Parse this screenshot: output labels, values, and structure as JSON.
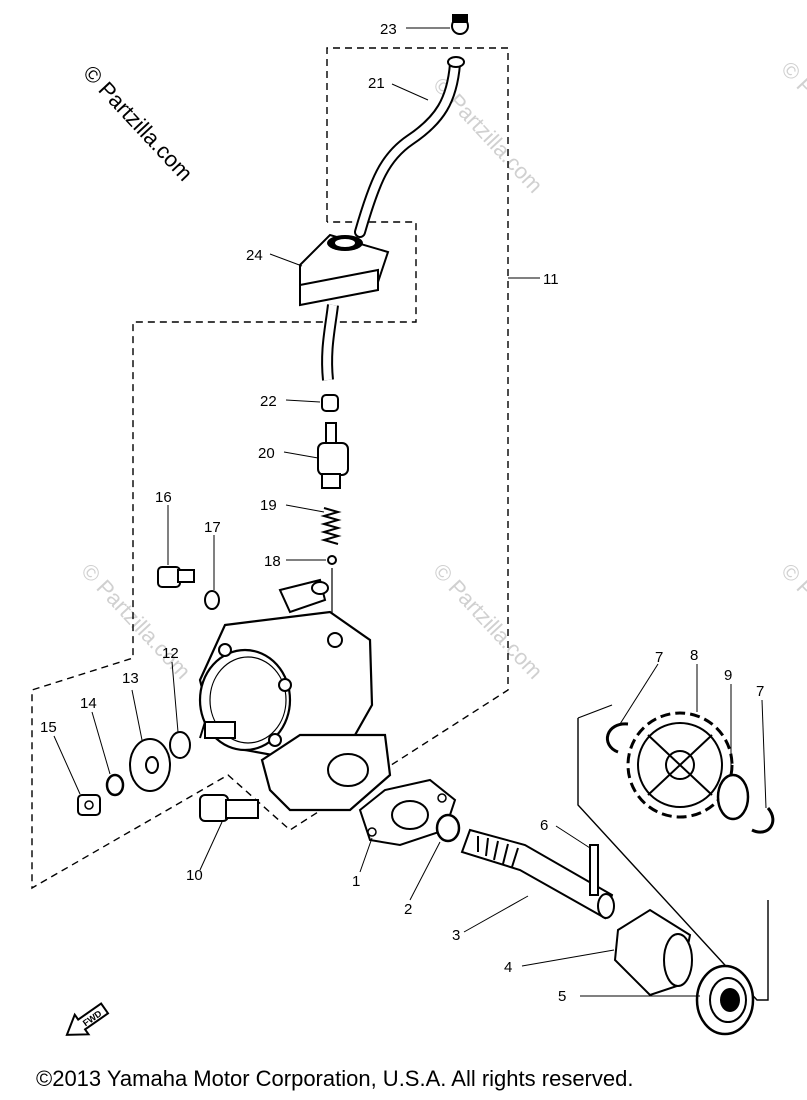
{
  "watermark": "© Partzilla.com",
  "copyright": "©2013  Yamaha Motor Corporation, U.S.A. All rights reserved.",
  "fwd_label": "FWD",
  "parts": [
    {
      "id": "23",
      "label": "23"
    },
    {
      "id": "21",
      "label": "21"
    },
    {
      "id": "24",
      "label": "24"
    },
    {
      "id": "11",
      "label": "11"
    },
    {
      "id": "22",
      "label": "22"
    },
    {
      "id": "20",
      "label": "20"
    },
    {
      "id": "19",
      "label": "19"
    },
    {
      "id": "18",
      "label": "18"
    },
    {
      "id": "16",
      "label": "16"
    },
    {
      "id": "17",
      "label": "17"
    },
    {
      "id": "12",
      "label": "12"
    },
    {
      "id": "13",
      "label": "13"
    },
    {
      "id": "14",
      "label": "14"
    },
    {
      "id": "15",
      "label": "15"
    },
    {
      "id": "10",
      "label": "10"
    },
    {
      "id": "1",
      "label": "1"
    },
    {
      "id": "2",
      "label": "2"
    },
    {
      "id": "3",
      "label": "3"
    },
    {
      "id": "4",
      "label": "4"
    },
    {
      "id": "5",
      "label": "5"
    },
    {
      "id": "6",
      "label": "6"
    },
    {
      "id": "7a",
      "label": "7"
    },
    {
      "id": "8",
      "label": "8"
    },
    {
      "id": "9",
      "label": "9"
    },
    {
      "id": "7b",
      "label": "7"
    }
  ]
}
